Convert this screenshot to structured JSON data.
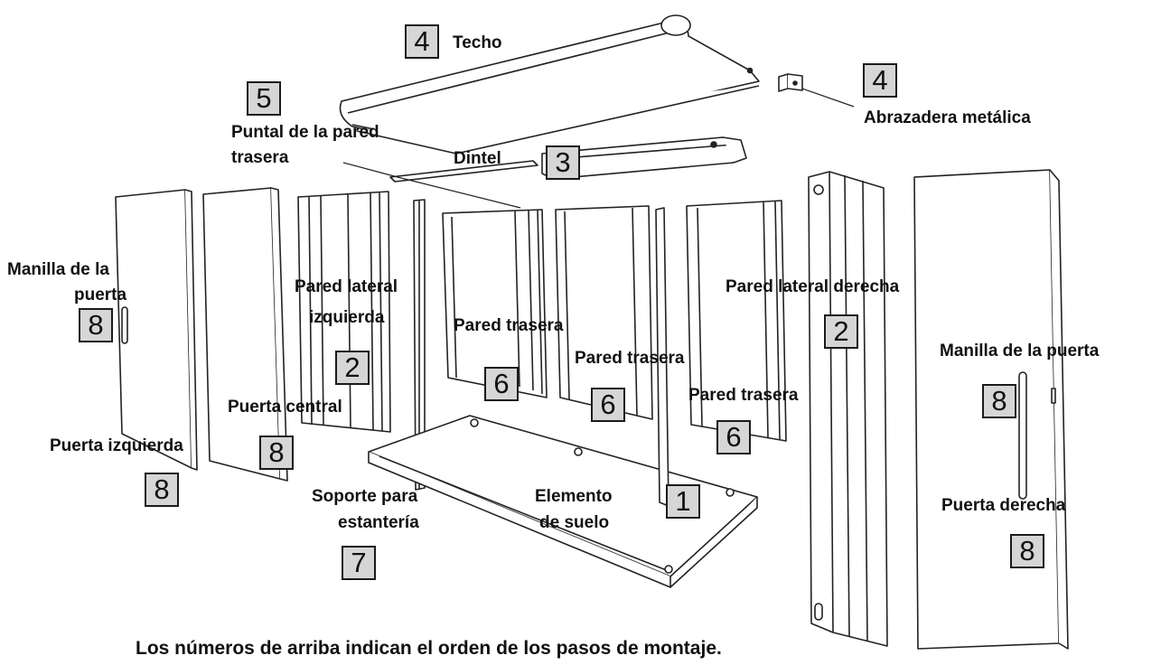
{
  "caption": "Los números de arriba indican el orden de los pasos de montaje.",
  "labels": {
    "techo": "Techo",
    "abrazadera": "Abrazadera metálica",
    "puntal_1": "Puntal de la pared",
    "puntal_2": "trasera",
    "dintel": "Dintel",
    "manilla_izq_1": "Manilla de la",
    "manilla_izq_2": "puerta",
    "pared_izq_1": "Pared lateral",
    "pared_izq_2": "izquierda",
    "pared_trasera_a": "Pared trasera",
    "pared_trasera_b": "Pared trasera",
    "pared_trasera_c": "Pared trasera",
    "pared_der": "Pared lateral derecha",
    "manilla_der": "Manilla de la puerta",
    "puerta_central": "Puerta central",
    "puerta_izquierda": "Puerta izquierda",
    "soporte_1": "Soporte para",
    "soporte_2": "estantería",
    "suelo_1": "Elemento",
    "suelo_2": "de suelo",
    "puerta_derecha": "Puerta derecha"
  },
  "steps": {
    "techo": "4",
    "abrazadera": "4",
    "puntal": "5",
    "dintel": "3",
    "manilla_izq": "8",
    "pared_izq": "2",
    "pared_trasera_a": "6",
    "pared_trasera_b": "6",
    "pared_trasera_c": "6",
    "pared_der": "2",
    "manilla_der": "8",
    "puerta_central": "8",
    "puerta_izquierda": "8",
    "soporte": "7",
    "suelo": "1",
    "puerta_derecha": "8"
  }
}
